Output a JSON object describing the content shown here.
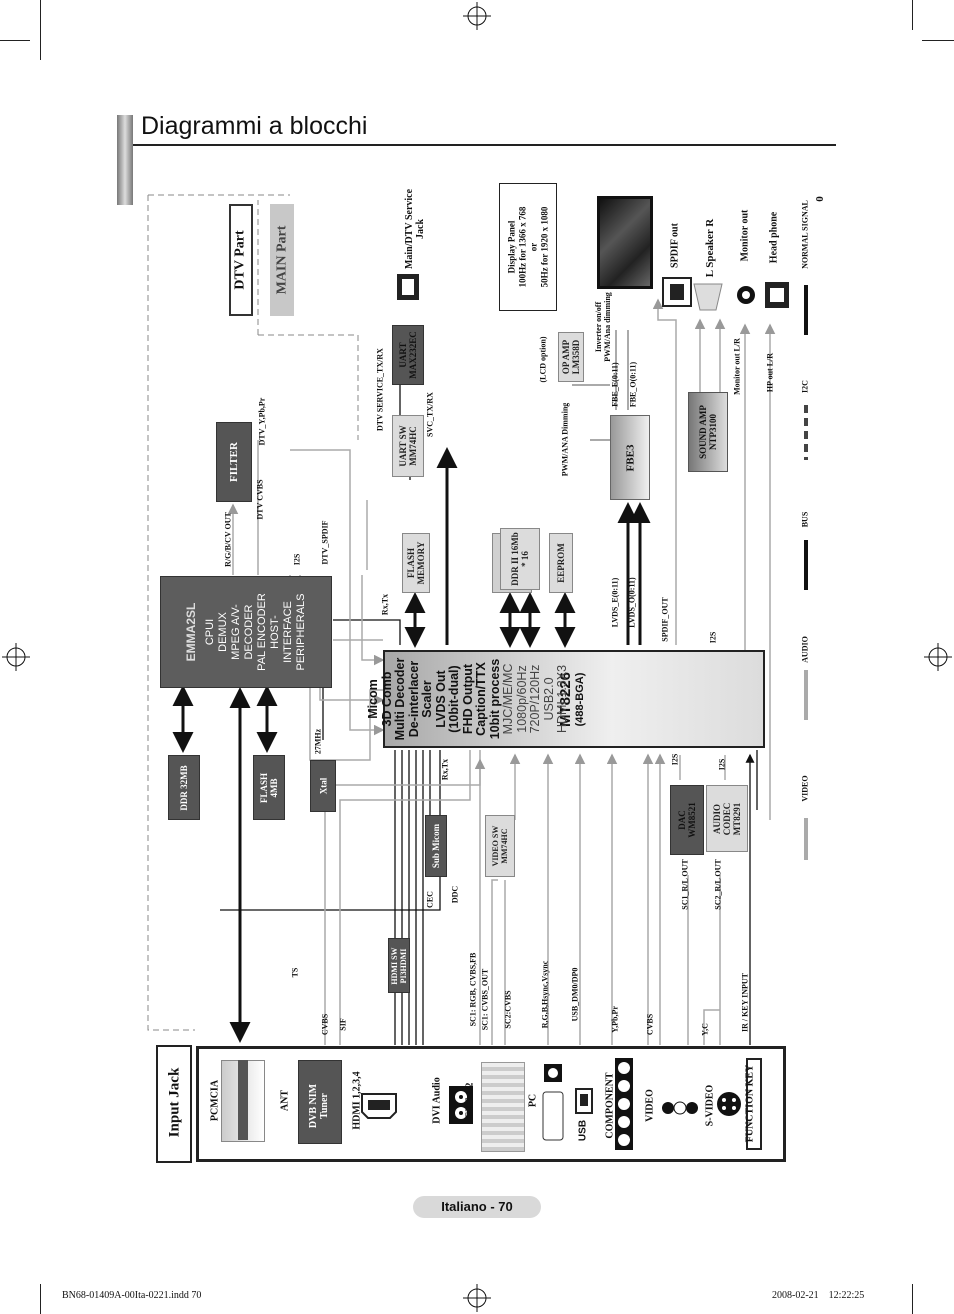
{
  "title": "Diagrammi a blocchi",
  "footer": {
    "page_label": "Italiano - 70",
    "file": "BN68-01409A-00Ita-0221.indd   70",
    "date": "2008-02-21      12:22:25"
  },
  "parts": {
    "dtv": "DTV Part",
    "main": "MAIN Part"
  },
  "input_jack": {
    "title": "Input Jack",
    "items": [
      "PCMCIA",
      "ANT",
      "DVB NIM Tuner",
      "HDMI 1,2,3,4",
      "DVI Audio",
      "EXT 1/2",
      "PC",
      "USB",
      "COMPONENT",
      "VIDEO",
      "S-VIDEO",
      "FUNCTION KEY"
    ]
  },
  "blocks": {
    "emma_title": "EMMA2SL",
    "emma_lines": [
      "CPUI",
      "DEMUX",
      "MPEG A/V-",
      "DECODER",
      "PAL ENCODER",
      "HOST-",
      "INTERFACE",
      "PERIPHERALS"
    ],
    "filter": "FILTER",
    "ddr32": "DDR 32MB",
    "flash4": "FLASH 4MB",
    "xtal": "Xtal",
    "flash_memory": "FLASH MEMORY",
    "ddr2": "DDR II 16Mb * 16",
    "eeprom": "EEPROM",
    "uart_sw": "UART SW MM74HC",
    "uart_max": "UART MAX232EC",
    "fbe3": "FBE3",
    "op_amp": "OP AMP LM358D",
    "sound_amp": "SOUND AMP NTP3100",
    "dac": "DAC WM8521",
    "audio_codec": "AUDIO CODEC MT8291",
    "sub_micom": "Sub Micom",
    "video_sw": "VIDEO SW MM74HC",
    "hdmi_sw": "HDMI SW PI3HDMI",
    "mt_title": "MT8226",
    "mt_sub": "(488-BGA)",
    "mt_lines_bold": [
      "Micom",
      "3D Comb",
      "Multi Decoder",
      "De-interlacer",
      "Scaler",
      "LVDS Out",
      "(10bit-dual)",
      "FHD Output",
      "Caption/TTX",
      "10bit process"
    ],
    "mt_lines_light": [
      "MJC/ME/MC",
      "1080p/60Hz",
      "720P/120Hz",
      "USB2.0",
      "HDMI 1.3X3"
    ]
  },
  "signals": {
    "rgb_cv_out": "R/G/B/CV OUT",
    "dtv_ypbpr": "DTV_Y,Pb,Pr",
    "dtv_cvbs": "DTV CVBS",
    "i2s": "I2S",
    "dtv_spdif": "DTV_SPDIF",
    "rxtx": "Rx,Tx",
    "dtv_service": "DTV SERVICE_TX/RX",
    "svc": "SVC_TX/RX",
    "main_dtv_jack": "Main/DTV Service Jack",
    "mhz": "27MHz",
    "ts": "TS",
    "cvbs": "CVBS",
    "sif": "SIF",
    "cec": "CEC",
    "ddc": "DDC",
    "sc1_rgb": "SC1: RGB, CVBS,FB",
    "sc1_out": "SC1: CVBS_OUT",
    "sc2": "SC2:CVBS",
    "rgb_hsync": "R,G,B,Hsync,Vsync",
    "usb_dm": "USB_DM0/DP0",
    "ypbpr": "Y,Pb,Pr",
    "cvbs2": "CVBS",
    "yc": "Y,C",
    "ir_key": "IR / KEY INPUT",
    "lvds_e": "LVDS_E(0:11)",
    "lvds_o": "LVDS_O(0:11)",
    "spdif_out": "SPDIF_OUT",
    "fbe_e": "FBE_E(0:11)",
    "fbe_o": "FBE_O(0:11)",
    "pwm": "PWM/ANA Dimming",
    "lcd_option": "(LCD option)",
    "inverter": "Inverter on/off PWM/Ana dimming",
    "display_panel": [
      "Display Panel",
      "100Hz for 1366 x 768",
      "or",
      "50Hz for 1920 x 1080"
    ],
    "sc1_rl": "SC1_R/L OUT",
    "sc2_rl": "SC2_R/L OUT",
    "monitor_lr": "Monitor out L/R",
    "hp_lr": "HP out L/R",
    "spdif_out2": "SPDIF out",
    "speaker": "L Speaker R",
    "monitor_out": "Monitor out",
    "head_phone": "Head phone"
  },
  "legend": [
    "VIDEO",
    "AUDIO",
    "BUS",
    "I2C",
    "NORMAL SIGNAL"
  ],
  "legend_zero": "0"
}
